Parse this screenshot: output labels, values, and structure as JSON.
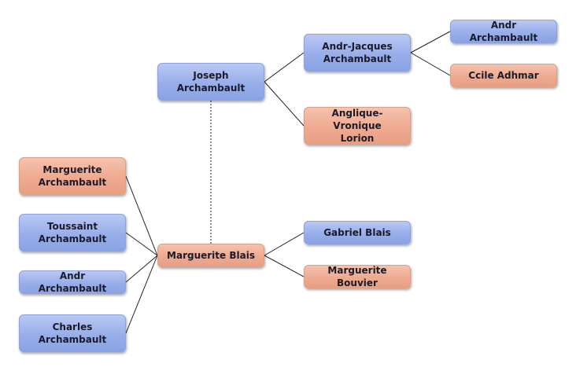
{
  "colors": {
    "male_fill": "#98aeea",
    "female_fill": "#eeaa90",
    "connector": "#222222"
  },
  "nodes": {
    "joseph": {
      "label": "Joseph\nArchambault",
      "gender": "male"
    },
    "andr_jacques": {
      "label": "Andr-Jacques\nArchambault",
      "gender": "male"
    },
    "andr_top": {
      "label": "Andr Archambault",
      "gender": "male"
    },
    "ccile": {
      "label": "Ccile Adhmar",
      "gender": "female"
    },
    "anglique": {
      "label": "Anglique-Vronique\nLorion",
      "gender": "female"
    },
    "marguerite_archambault": {
      "label": "Marguerite\nArchambault",
      "gender": "female"
    },
    "toussaint": {
      "label": "Toussaint\nArchambault",
      "gender": "male"
    },
    "andr_bottom": {
      "label": "Andr Archambault",
      "gender": "male"
    },
    "charles": {
      "label": "Charles\nArchambault",
      "gender": "male"
    },
    "marguerite_blais": {
      "label": "Marguerite Blais",
      "gender": "female"
    },
    "gabriel": {
      "label": "Gabriel Blais",
      "gender": "male"
    },
    "marguerite_bouvier": {
      "label": "Marguerite Bouvier",
      "gender": "female"
    }
  }
}
